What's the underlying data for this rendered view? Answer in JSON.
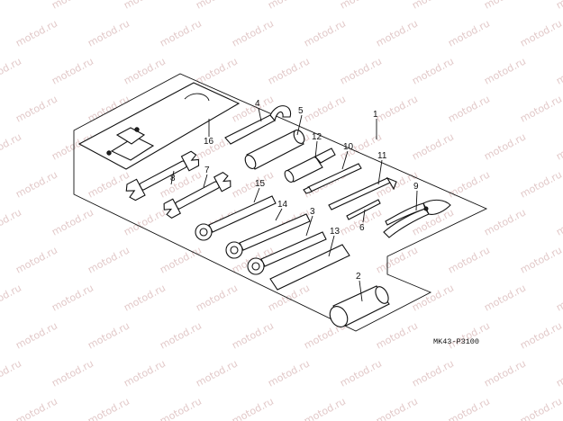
{
  "watermark": {
    "text": "motod.ru",
    "color": "#e2c9c9"
  },
  "diagram": {
    "code": "MK43-P3100",
    "callouts": [
      {
        "id": "c1",
        "label": "1"
      },
      {
        "id": "c2",
        "label": "2"
      },
      {
        "id": "c3",
        "label": "3"
      },
      {
        "id": "c4",
        "label": "4"
      },
      {
        "id": "c5",
        "label": "5"
      },
      {
        "id": "c6",
        "label": "6"
      },
      {
        "id": "c7",
        "label": "7"
      },
      {
        "id": "c8",
        "label": "8"
      },
      {
        "id": "c9",
        "label": "9"
      },
      {
        "id": "c10",
        "label": "10"
      },
      {
        "id": "c11",
        "label": "11"
      },
      {
        "id": "c12",
        "label": "12"
      },
      {
        "id": "c13",
        "label": "13"
      },
      {
        "id": "c14",
        "label": "14"
      },
      {
        "id": "c15",
        "label": "15"
      },
      {
        "id": "c16",
        "label": "16"
      }
    ]
  }
}
